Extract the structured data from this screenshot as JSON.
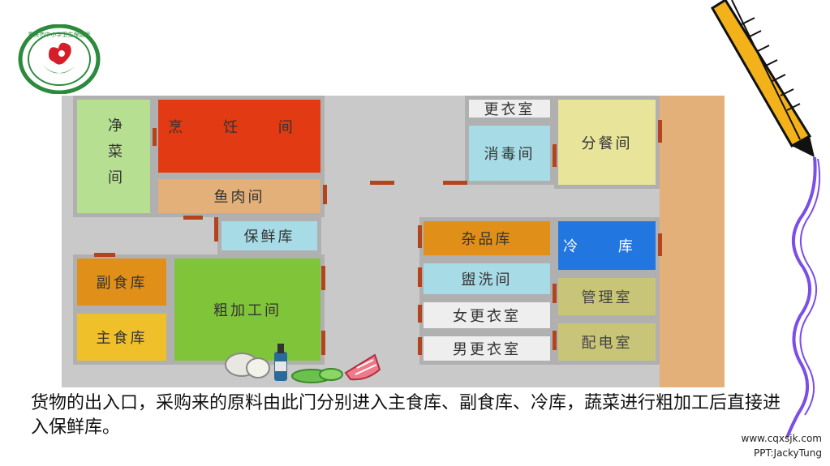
{
  "logo": {
    "text": "重庆市中小学卫生保健所"
  },
  "rooms": {
    "jingcai": "净菜间",
    "pengren": "烹 饪 间",
    "gengyi": "更衣室",
    "xiaodu": "消毒间",
    "fencan": "分餐间",
    "yurou": "鱼肉间",
    "baoxian": "保鲜库",
    "zapin": "杂品库",
    "leng": "冷 库",
    "fushi": "副食库",
    "cujiagong": "粗加工间",
    "guanxi": "盥洗间",
    "guanli": "管理室",
    "nvgengyi": "女更衣室",
    "zhushi": "主食库",
    "nangengyi": "男更衣室",
    "peidian": "配电室"
  },
  "caption": "货物的出入口，采购来的原料由此门分别进入主食库、副食库、冷库，蔬菜进行粗加工后直接进入保鲜库。",
  "credits": {
    "site": "www.cqxsjk.com",
    "author": "PPT:JackyTung"
  },
  "colors": {
    "cooking": "#e23a12",
    "green": "#80c43a",
    "light_green": "#b6df92",
    "yellow": "#e8e49a",
    "orange": "#e09018",
    "tan": "#e2b078",
    "blue": "#2276e0",
    "light_blue": "#a7dbe6",
    "olive": "#c8c478",
    "door": "#b4441b"
  }
}
